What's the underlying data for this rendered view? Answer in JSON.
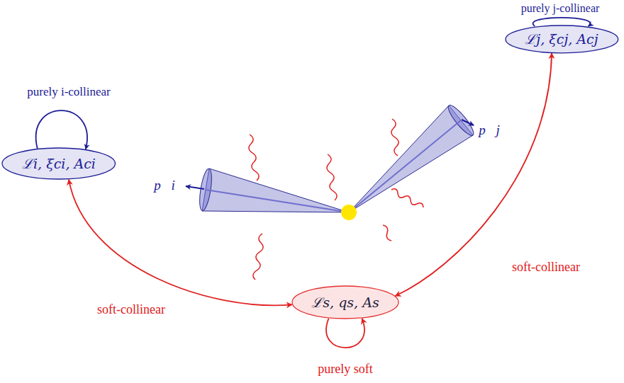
{
  "diagram": {
    "nodes": [
      {
        "text": [
          "ℒi, ξci, Aci"
        ]
      },
      {
        "text": [
          "ℒj, ξcj, Acj"
        ]
      },
      {
        "text": [
          "ℒs, qs, As"
        ]
      }
    ],
    "edges": [
      {
        "from": 0,
        "to": 0,
        "arrow": "to",
        "label": "purely i-collinear"
      },
      {
        "from": 1,
        "to": 1,
        "arrow": "to",
        "label": "purely j-collinear"
      },
      {
        "from": 2,
        "to": 2,
        "arrow": "to",
        "label": "purely soft"
      },
      {
        "from": 0,
        "to": 2,
        "arrow": "both",
        "label": "soft-collinear"
      },
      {
        "from": 1,
        "to": 2,
        "arrow": "both",
        "label": "soft-collinear"
      }
    ],
    "labels": [
      "p⃗i",
      "p⃗j"
    ]
  }
}
